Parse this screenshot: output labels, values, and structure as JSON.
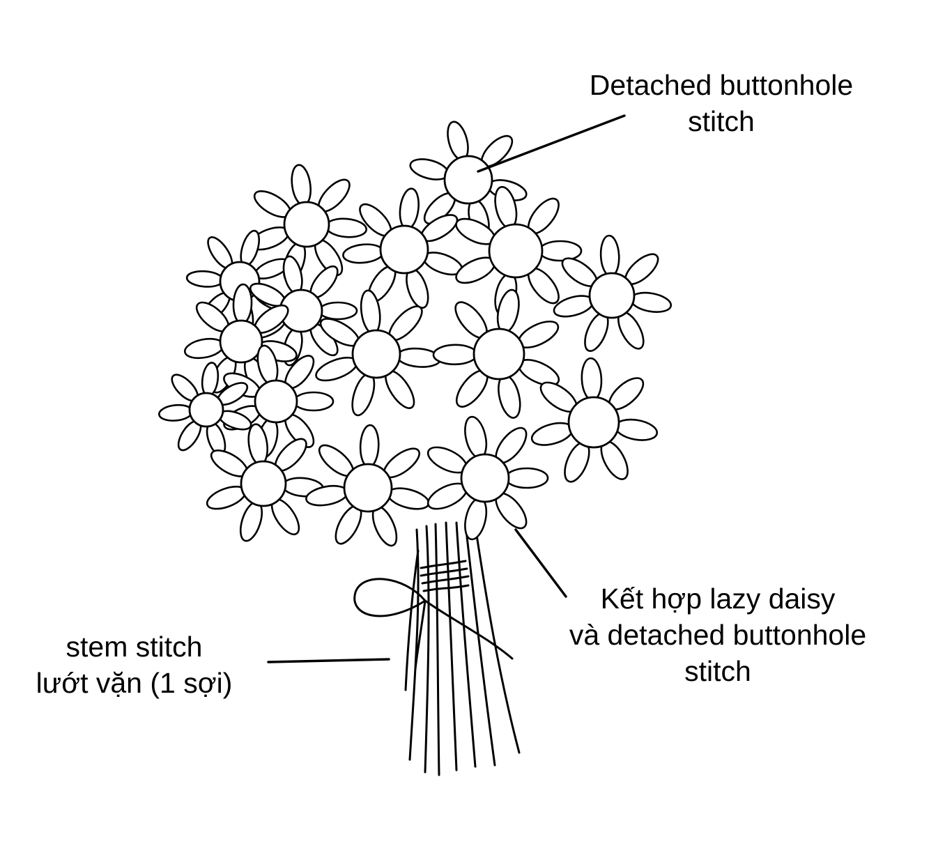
{
  "labels": {
    "top": {
      "line1": "Detached buttonhole",
      "line2": "stitch"
    },
    "right": {
      "line1": "Kết hợp lazy daisy",
      "line2": "và detached buttonhole",
      "line3": "stitch"
    },
    "left": {
      "line1": "stem stitch",
      "line2": "lướt vặn (1 sợi)"
    }
  },
  "colors": {
    "ink": "#000000",
    "paper": "#ffffff"
  },
  "illustration": "hand-drawn-daisy-bouquet"
}
